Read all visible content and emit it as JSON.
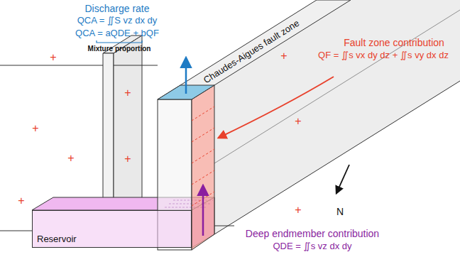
{
  "diagram": {
    "nodes": [
      {
        "text": [
          "Chaudes-Aigues fault zone"
        ]
      },
      {
        "text": [
          "Reservoir"
        ]
      }
    ],
    "labels": [
      "Discharge rate",
      "QCA = ∬S vz dx dy",
      "QCA = aQDE + bQF",
      "Mixture proportion",
      "Fault zone contribution",
      "QF = ∬s vx dy dz + ∬s vy dx dz",
      "N",
      "Deep endmember contribution",
      "QDE = ∬s vz dx dy",
      "+",
      "+",
      "+",
      "+",
      "+",
      "+",
      "+",
      "+",
      "+"
    ]
  }
}
